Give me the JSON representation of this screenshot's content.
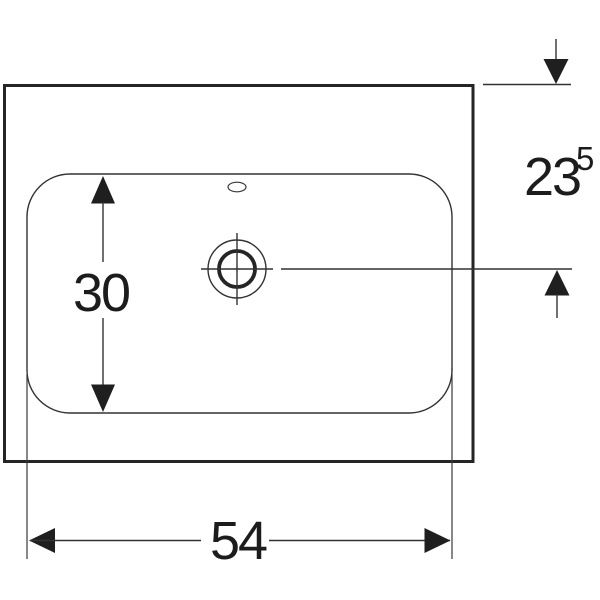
{
  "drawing": {
    "subject": "washbasin-top-view-dimension-drawing",
    "colors": {
      "background": "#ffffff",
      "outline_thick": "#252525",
      "line_thin": "#323232",
      "arrow_fill": "#1f1f1f",
      "text": "#1c1c1c"
    },
    "dimensions": {
      "bowl_width": {
        "value": "54"
      },
      "bowl_depth": {
        "value": "30"
      },
      "drain_offset": {
        "value": "23",
        "superscript": "5"
      }
    }
  }
}
